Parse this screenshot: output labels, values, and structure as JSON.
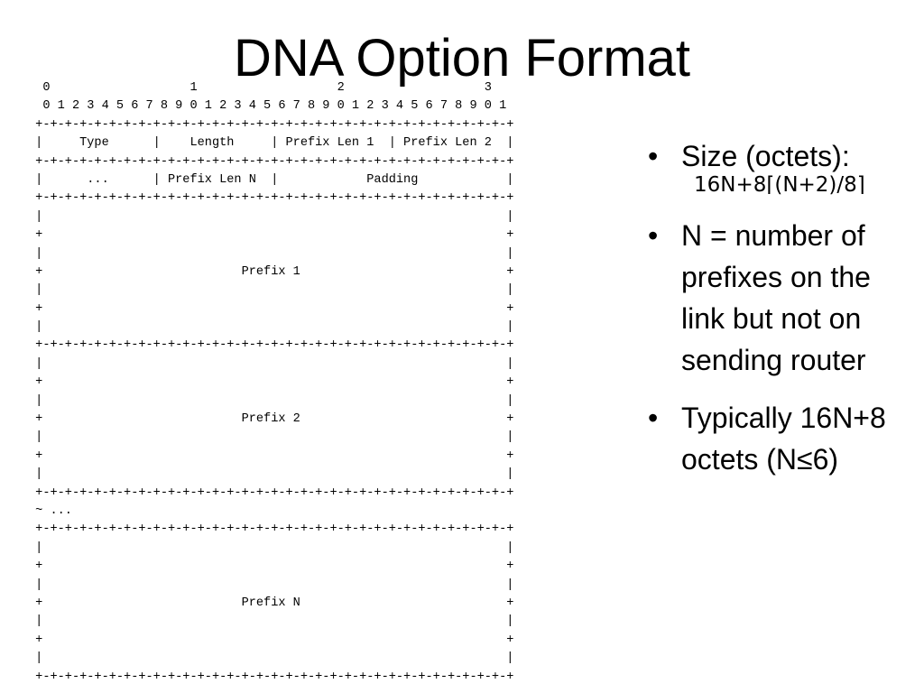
{
  "slide": {
    "title": "DNA Option Format"
  },
  "diagram": {
    "lines": [
      "  0                   1                   2                   3",
      "  0 1 2 3 4 5 6 7 8 9 0 1 2 3 4 5 6 7 8 9 0 1 2 3 4 5 6 7 8 9 0 1",
      " +-+-+-+-+-+-+-+-+-+-+-+-+-+-+-+-+-+-+-+-+-+-+-+-+-+-+-+-+-+-+-+-+",
      " |     Type      |    Length     | Prefix Len 1  | Prefix Len 2  |",
      " +-+-+-+-+-+-+-+-+-+-+-+-+-+-+-+-+-+-+-+-+-+-+-+-+-+-+-+-+-+-+-+-+",
      " |      ...      | Prefix Len N  |            Padding            |",
      " +-+-+-+-+-+-+-+-+-+-+-+-+-+-+-+-+-+-+-+-+-+-+-+-+-+-+-+-+-+-+-+-+",
      " |                                                               |",
      " +                                                               +",
      " |                                                               |",
      " +                           Prefix 1                            +",
      " |                                                               |",
      " +                                                               +",
      " |                                                               |",
      " +-+-+-+-+-+-+-+-+-+-+-+-+-+-+-+-+-+-+-+-+-+-+-+-+-+-+-+-+-+-+-+-+",
      " |                                                               |",
      " +                                                               +",
      " |                                                               |",
      " +                           Prefix 2                            +",
      " |                                                               |",
      " +                                                               +",
      " |                                                               |",
      " +-+-+-+-+-+-+-+-+-+-+-+-+-+-+-+-+-+-+-+-+-+-+-+-+-+-+-+-+-+-+-+-+",
      " ~ ...",
      " +-+-+-+-+-+-+-+-+-+-+-+-+-+-+-+-+-+-+-+-+-+-+-+-+-+-+-+-+-+-+-+-+",
      " |                                                               |",
      " +                                                               +",
      " |                                                               |",
      " +                           Prefix N                            +",
      " |                                                               |",
      " +                                                               +",
      " |                                                               |",
      " +-+-+-+-+-+-+-+-+-+-+-+-+-+-+-+-+-+-+-+-+-+-+-+-+-+-+-+-+-+-+-+-+"
    ]
  },
  "bullets": {
    "marker": "•",
    "size_label": "Size (octets):",
    "size_formula": "16N+8⌈(N+2)/8⌉",
    "n_definition": "N = number of prefixes on the link but not on sending router",
    "typical": "Typically 16N+8 octets (N≤6)"
  }
}
